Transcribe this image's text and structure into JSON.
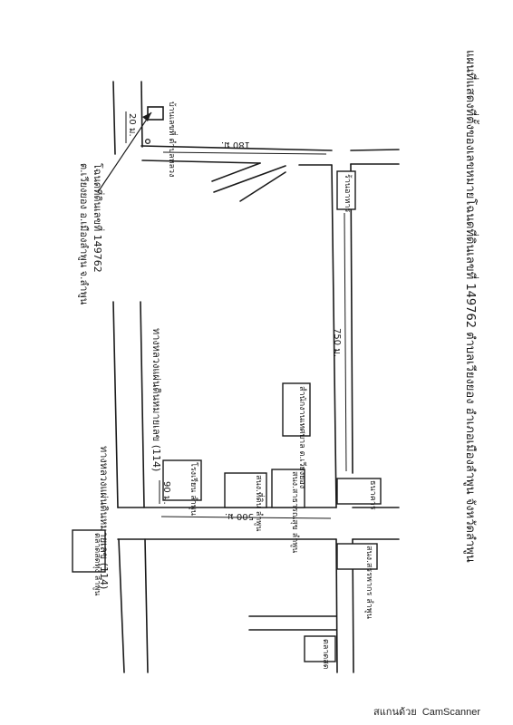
{
  "title": "แผนที่แสดงที่ตั้งของเลขหมายโฉนดที่ดินเลขที่ 149762 ตำบลเวียงยอง อำเภอเมืองลำพูน จังหวัดลำพูน",
  "labels": {
    "plot_number": "โฉนดที่ดินเลขที่ 149762",
    "plot_location": "ต.เวียงยอง อ.เมืองลำพูน จ.ลำพูน",
    "highway_upper": "ทางหลวงแผ่นดินหมายเลข (114)",
    "highway_lower": "ทางหลวงแผ่นดินหมายเลข (114)"
  },
  "distances": {
    "d_20": "20 ม.",
    "d_180": "180 ม.",
    "d_750": "750 ม.",
    "d_500": "500 ม.",
    "d_90": "90 ม."
  },
  "places": {
    "house_upper": "บ้านเลขที่ ตำบลหลวง",
    "shop_top_right": "ร้านอาหาร",
    "office_right": "สำนักงานเทศบาล ต.เวียงยอง",
    "office_a": "สนง.สาธารณสุข ลำพูน",
    "office_b": "สนง.ที่ดิน ลำพูน",
    "school_left": "โรงเรียน ลำพูน",
    "bank_right": "ธนาคาร",
    "office_c": "สนง.สรรพากร ลำพูน",
    "market_bottom": "ตลาดสด",
    "left_bottom_box": "ตลาดสดทุ่ง ลำพูน"
  },
  "footer": {
    "scanned_with": "สแกนด้วย",
    "brand": "CamScanner"
  }
}
